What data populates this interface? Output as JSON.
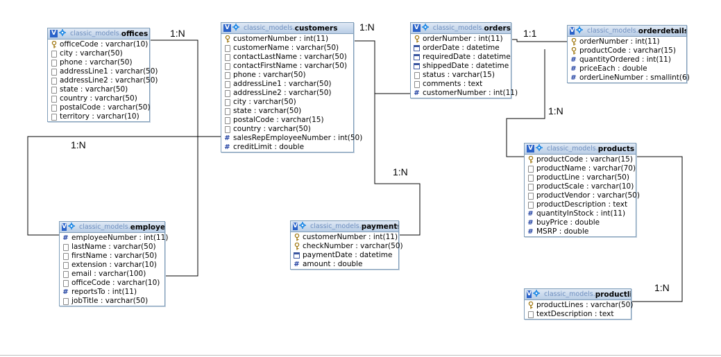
{
  "schema": "classic_models",
  "tables": [
    {
      "id": "offices",
      "name": "offices",
      "fields": [
        {
          "icon": "key",
          "text": "officeCode : varchar(10)"
        },
        {
          "icon": "txt",
          "text": "city : varchar(50)"
        },
        {
          "icon": "txt",
          "text": "phone : varchar(50)"
        },
        {
          "icon": "txt",
          "text": "addressLine1 : varchar(50)"
        },
        {
          "icon": "txt",
          "text": "addressLine2 : varchar(50)"
        },
        {
          "icon": "txt",
          "text": "state : varchar(50)"
        },
        {
          "icon": "txt",
          "text": "country : varchar(50)"
        },
        {
          "icon": "txt",
          "text": "postalCode : varchar(50)"
        },
        {
          "icon": "txt",
          "text": "territory : varchar(10)"
        }
      ]
    },
    {
      "id": "customers",
      "name": "customers",
      "fields": [
        {
          "icon": "key",
          "text": "customerNumber : int(11)"
        },
        {
          "icon": "txt",
          "text": "customerName : varchar(50)"
        },
        {
          "icon": "txt",
          "text": "contactLastName : varchar(50)"
        },
        {
          "icon": "txt",
          "text": "contactFirstName : varchar(50)"
        },
        {
          "icon": "txt",
          "text": "phone : varchar(50)"
        },
        {
          "icon": "txt",
          "text": "addressLine1 : varchar(50)"
        },
        {
          "icon": "txt",
          "text": "addressLine2 : varchar(50)"
        },
        {
          "icon": "txt",
          "text": "city : varchar(50)"
        },
        {
          "icon": "txt",
          "text": "state : varchar(50)"
        },
        {
          "icon": "txt",
          "text": "postalCode : varchar(15)"
        },
        {
          "icon": "txt",
          "text": "country : varchar(50)"
        },
        {
          "icon": "num",
          "text": "salesRepEmployeeNumber : int(50)"
        },
        {
          "icon": "num",
          "text": "creditLimit : double"
        }
      ]
    },
    {
      "id": "orders",
      "name": "orders",
      "fields": [
        {
          "icon": "key",
          "text": "orderNumber : int(11)"
        },
        {
          "icon": "dt",
          "text": "orderDate : datetime"
        },
        {
          "icon": "dt",
          "text": "requiredDate : datetime"
        },
        {
          "icon": "dt",
          "text": "shippedDate : datetime"
        },
        {
          "icon": "txt",
          "text": "status : varchar(15)"
        },
        {
          "icon": "txt",
          "text": "comments : text"
        },
        {
          "icon": "num",
          "text": "customerNumber : int(11)"
        }
      ]
    },
    {
      "id": "orderdetails",
      "name": "orderdetails",
      "fields": [
        {
          "icon": "key",
          "text": "orderNumber : int(11)"
        },
        {
          "icon": "key",
          "text": "productCode : varchar(15)"
        },
        {
          "icon": "num",
          "text": "quantityOrdered : int(11)"
        },
        {
          "icon": "num",
          "text": "priceEach : double"
        },
        {
          "icon": "num",
          "text": "orderLineNumber : smallint(6)"
        }
      ]
    },
    {
      "id": "employees",
      "name": "employees",
      "fields": [
        {
          "icon": "num",
          "text": "employeeNumber : int(11)"
        },
        {
          "icon": "txt",
          "text": "lastName : varchar(50)"
        },
        {
          "icon": "txt",
          "text": "firstName : varchar(50)"
        },
        {
          "icon": "txt",
          "text": "extension : varchar(10)"
        },
        {
          "icon": "txt",
          "text": "email : varchar(100)"
        },
        {
          "icon": "txt",
          "text": "officeCode : varchar(10)"
        },
        {
          "icon": "num",
          "text": "reportsTo : int(11)"
        },
        {
          "icon": "txt",
          "text": "jobTitle : varchar(50)"
        }
      ]
    },
    {
      "id": "payments",
      "name": "payments",
      "fields": [
        {
          "icon": "key",
          "text": "customerNumber : int(11)"
        },
        {
          "icon": "key",
          "text": "checkNumber : varchar(50)"
        },
        {
          "icon": "dt",
          "text": "paymentDate : datetime"
        },
        {
          "icon": "num",
          "text": "amount : double"
        }
      ]
    },
    {
      "id": "products",
      "name": "products",
      "fields": [
        {
          "icon": "key",
          "text": "productCode : varchar(15)"
        },
        {
          "icon": "txt",
          "text": "productName : varchar(70)"
        },
        {
          "icon": "txt",
          "text": "productLine : varchar(50)"
        },
        {
          "icon": "txt",
          "text": "productScale : varchar(10)"
        },
        {
          "icon": "txt",
          "text": "productVendor : varchar(50)"
        },
        {
          "icon": "txt",
          "text": "productDescription : text"
        },
        {
          "icon": "num",
          "text": "quantityInStock : int(11)"
        },
        {
          "icon": "num",
          "text": "buyPrice : double"
        },
        {
          "icon": "num",
          "text": "MSRP : double"
        }
      ]
    },
    {
      "id": "productlines",
      "name": "productlines",
      "fields": [
        {
          "icon": "key",
          "text": "productLines : varchar(50)"
        },
        {
          "icon": "txt",
          "text": "textDescription : text"
        }
      ]
    }
  ],
  "relationships": [
    {
      "id": "rel-offices-employees",
      "label": "1:N"
    },
    {
      "id": "rel-customers-orders",
      "label": "1:N"
    },
    {
      "id": "rel-orders-orderdetails",
      "label": "1:1"
    },
    {
      "id": "rel-employees-customers",
      "label": "1:N"
    },
    {
      "id": "rel-orderdetails-products",
      "label": "1:N"
    },
    {
      "id": "rel-customers-payments",
      "label": "1:N"
    },
    {
      "id": "rel-products-productlines",
      "label": "1:N"
    }
  ],
  "colors": {
    "line": "#000000",
    "header_top": "#dfe9f5",
    "header_bottom": "#b9cde6",
    "border": "#7f9db9",
    "badge": "#2a62c9"
  }
}
